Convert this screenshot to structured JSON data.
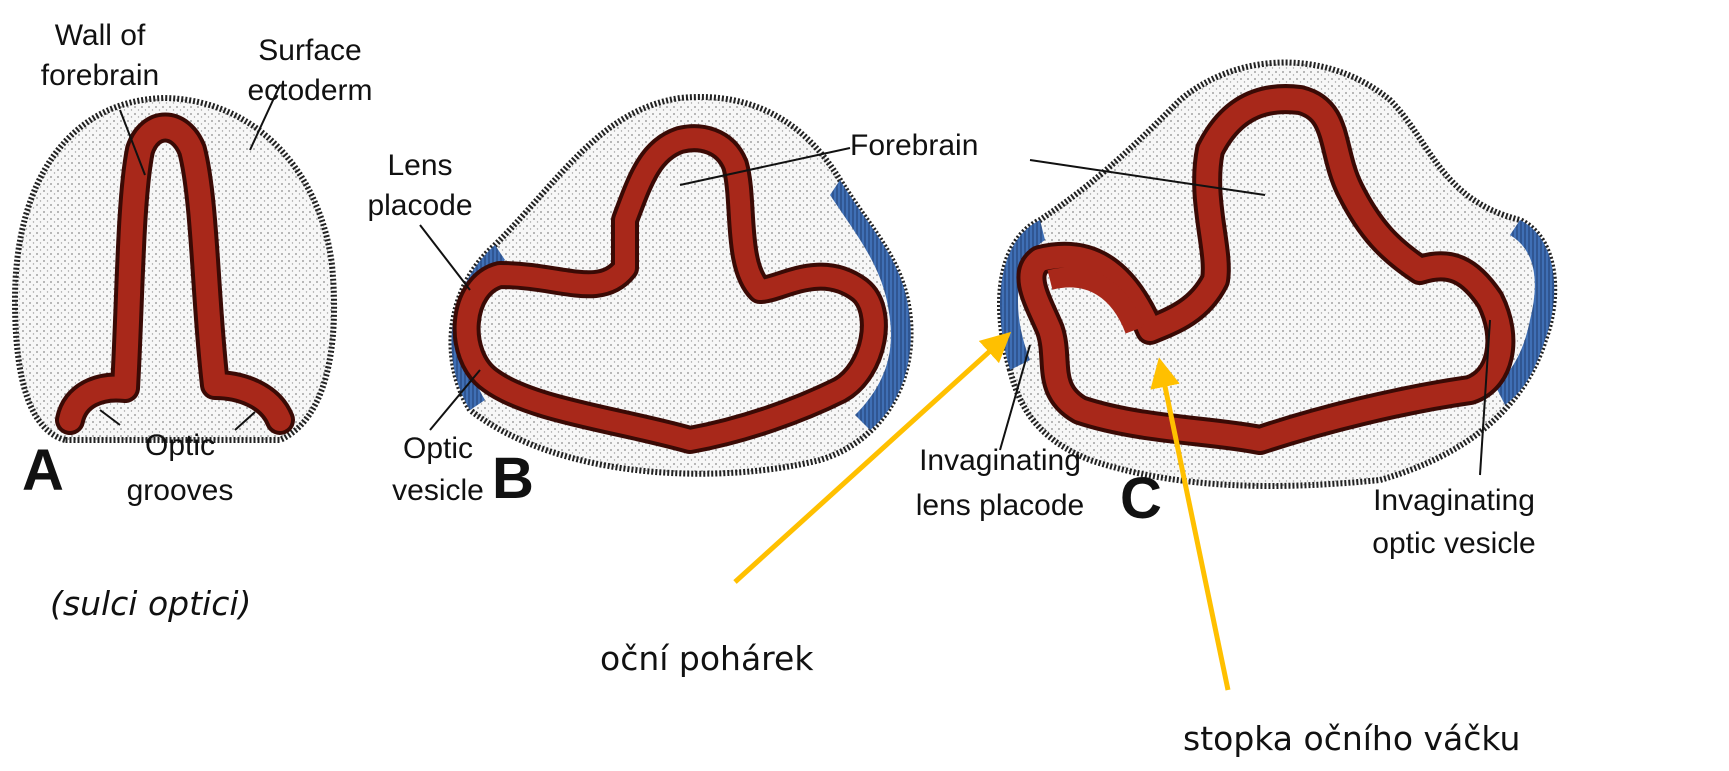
{
  "panels": {
    "a": {
      "letter": "A",
      "wall_of_forebrain": [
        "Wall of",
        "forebrain"
      ],
      "surface_ectoderm": [
        "Surface",
        "ectoderm"
      ],
      "optic_grooves": [
        "Optic",
        "grooves"
      ]
    },
    "b": {
      "letter": "B",
      "lens_placode": [
        "Lens",
        "placode"
      ],
      "optic_vesicle": [
        "Optic",
        "vesicle"
      ]
    },
    "c": {
      "letter": "C",
      "forebrain": "Forebrain",
      "invaginating_lens_placode": [
        "Invaginating",
        "lens placode"
      ],
      "invaginating_optic_vesicle": [
        "Invaginating",
        "optic vesicle"
      ]
    }
  },
  "annotations": {
    "sulci": "(sulci optici)",
    "ocni_poharek": "oční pohárek",
    "stopka": "stopka očního váčku"
  },
  "colors": {
    "neural_tissue": "#A8281A",
    "neural_tissue_edge": "#3A0A05",
    "mesenchyme": "#F4F4F4",
    "placode": "#3F6FB5",
    "arrow": "#FFC000"
  }
}
